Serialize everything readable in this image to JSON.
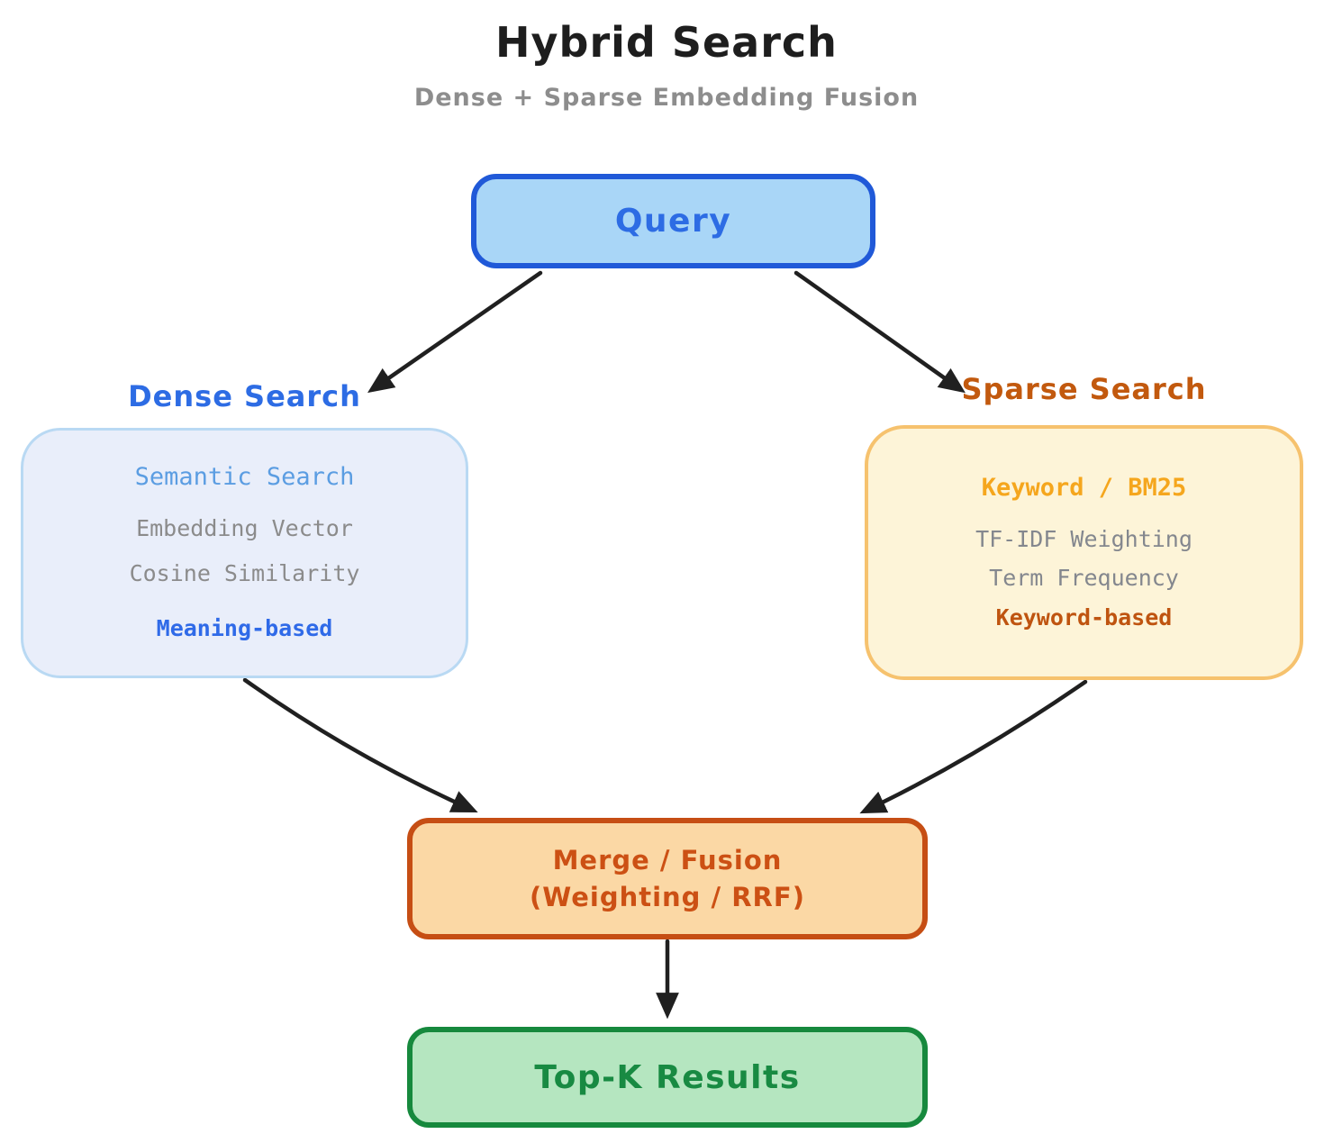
{
  "title": "Hybrid Search",
  "subtitle": "Dense + Sparse Embedding Fusion",
  "nodes": {
    "query": {
      "label": "Query"
    },
    "dense": {
      "heading": "Dense Search",
      "lines": [
        "Semantic Search",
        "Embedding Vector",
        "Cosine Similarity",
        "Meaning-based"
      ]
    },
    "sparse": {
      "heading": "Sparse Search",
      "lines": [
        "Keyword / BM25",
        "TF-IDF Weighting",
        "Term Frequency",
        "Keyword-based"
      ]
    },
    "merge": {
      "lines": [
        "Merge / Fusion",
        "(Weighting / RRF)"
      ]
    },
    "topk": {
      "label": "Top-K Results"
    }
  },
  "colors": {
    "title_text": "#1e1e1e",
    "subtitle_text": "#8d8d8d",
    "query_fill": "#a9d6f7",
    "query_border": "#2059d8",
    "query_text": "#2d6ce4",
    "dense_heading": "#2d6ce4",
    "dense_fill": "#e9eefa",
    "dense_border": "#b9d9f3",
    "dense_accent": "#5b9de2",
    "dense_muted": "#8b8b8b",
    "dense_strong": "#2f6ae8",
    "sparse_heading": "#c2590e",
    "sparse_fill": "#fdf4d8",
    "sparse_border": "#f6c26e",
    "sparse_accent": "#f5a61d",
    "sparse_muted": "#84878e",
    "sparse_strong": "#bf5410",
    "merge_fill": "#fbd8a5",
    "merge_border": "#c64e14",
    "merge_text": "#cc5014",
    "topk_fill": "#b5e6c0",
    "topk_border": "#16893d",
    "topk_text": "#188a42",
    "arrow": "#202020"
  }
}
